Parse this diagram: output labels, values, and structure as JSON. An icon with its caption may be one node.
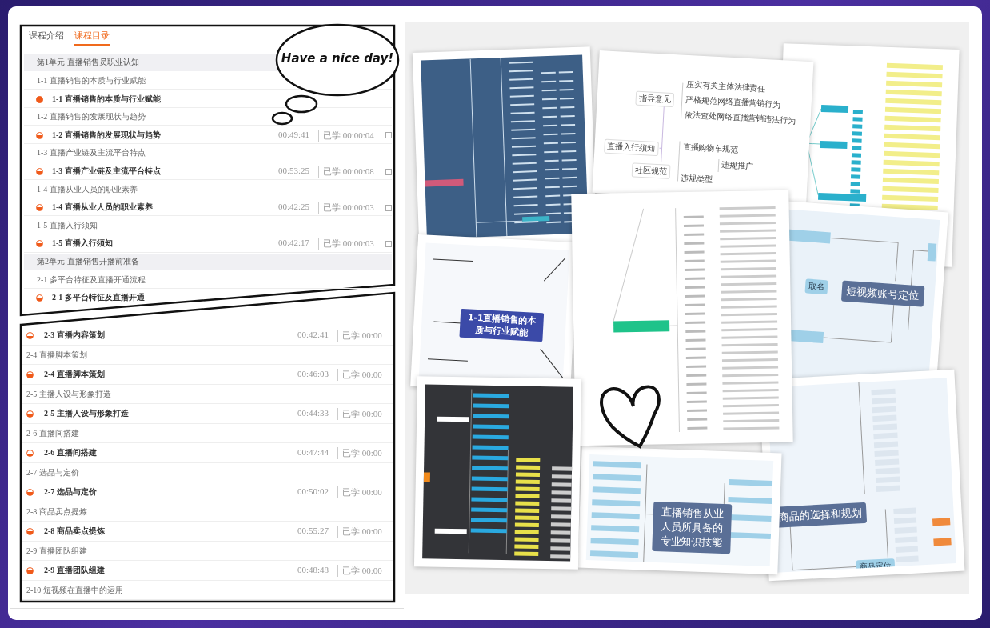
{
  "diagram": {
    "nodes": [
      {
        "text": [
          "Have a nice day!"
        ]
      }
    ],
    "labels": [
      "课程介绍",
      "课程目录",
      "第1单元 直播销售员职业认知",
      "1-1 直播销售的本质与行业赋能",
      "1-1 直播销售的本质与行业赋能",
      "1-2 直播销售的发展现状与趋势",
      "1-2 直播销售的发展现状与趋势",
      "00:49:41",
      "已学 00:00:04",
      "1-3 直播产业链及主流平台特点",
      "1-3 直播产业链及主流平台特点",
      "00:53:25",
      "已学 00:00:08",
      "1-4 直播从业人员的职业素养",
      "1-4 直播从业人员的职业素养",
      "00:42:25",
      "已学 00:00:03",
      "1-5 直播入行须知",
      "1-5 直播入行须知",
      "00:42:17",
      "已学 00:00:03",
      "第2单元 直播销售开播前准备",
      "2-1 多平台特征及直播开通流程",
      "2-1 多平台特征及直播开通",
      "2-3 直播内容策划",
      "00:42:41",
      "已学 00:00",
      "2-4 直播脚本策划",
      "2-4 直播脚本策划",
      "00:46:03",
      "已学 00:00",
      "2-5 主播人设与形象打造",
      "2-5 主播人设与形象打造",
      "00:44:33",
      "已学 00:00",
      "2-6 直播间搭建",
      "2-6 直播间搭建",
      "00:47:44",
      "已学 00:00",
      "2-7 选品与定价",
      "2-7 选品与定价",
      "00:50:02",
      "已学 00:00",
      "2-8 商品卖点提炼",
      "2-8 商品卖点提炼",
      "00:55:27",
      "已学 00:00",
      "2-9 直播团队组建",
      "2-9 直播团队组建",
      "00:48:48",
      "已学 00:00",
      "2-10 短视频在直播中的运用",
      "直播入行须知",
      "指导意见",
      "压实有关主体法律责任",
      "严格规范网络直播营销行为",
      "依法查处网络直播营销违法行为",
      "直播购物车规范",
      "社区规范",
      "违规推广",
      "违规类型",
      "1-1直播销售的本质与行业赋能",
      "直播销售从业人员所具备的专业知识技能",
      "短视频账号定位",
      "取名",
      "商品的选择和规划",
      "商品定位"
    ]
  }
}
